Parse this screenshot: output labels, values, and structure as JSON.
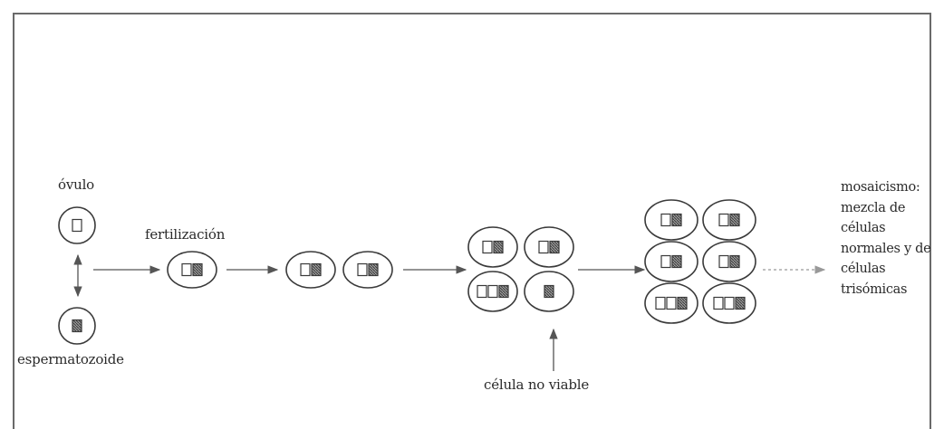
{
  "labels": {
    "ovulo": "óvulo",
    "espermatozoide": "espermatozoide",
    "fertilizacion": "fertilización",
    "celula_no_viable": "célula no viable"
  },
  "note_lines": [
    "mosaicismo:",
    "mezcla de",
    "células",
    "normales y de",
    "células",
    "trisómicas"
  ],
  "colors": {
    "ink": "#2a2a2a",
    "frame": "#6a6a6a",
    "arrow": "#555555",
    "dashed_arrow": "#999999",
    "chromosome_fill": "#777777"
  },
  "icons": {
    "open_chromosome": "open-rectangle",
    "filled_chromosome": "hatched-rectangle"
  }
}
